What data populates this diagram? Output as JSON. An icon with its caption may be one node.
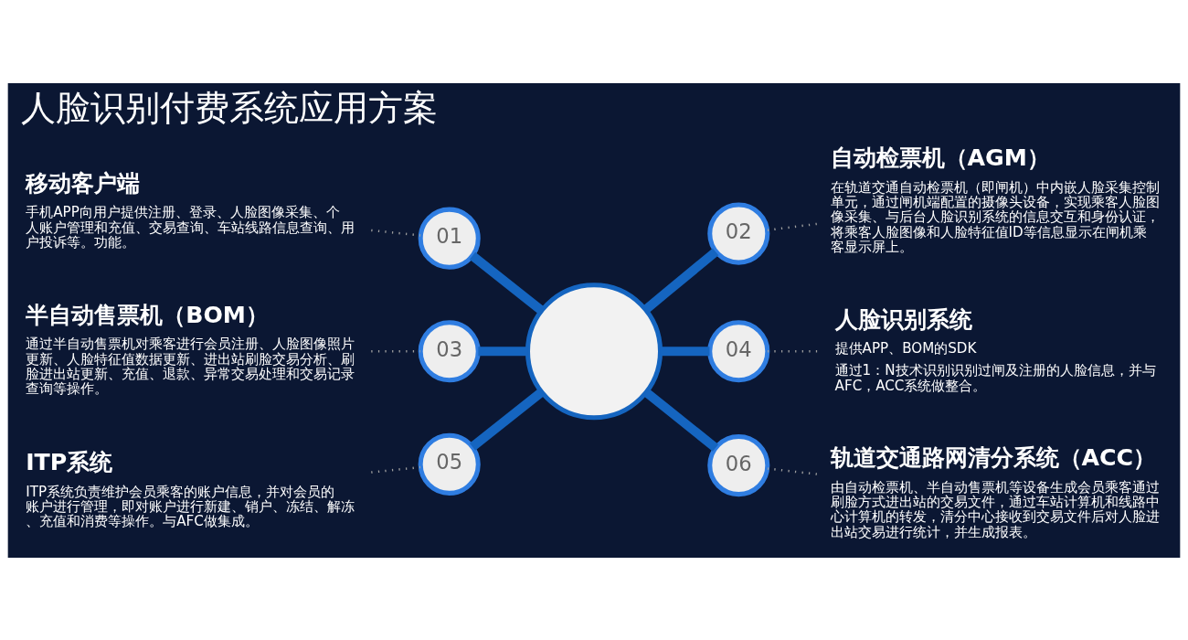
{
  "diagram": {
    "title": "人脸识别付费系统应用方案",
    "nodes": [
      {
        "text": [
          "移动客户端",
          "手机APP向用户提供注册、登录、人脸图像采集、个人账户管理和充值、交易查询、车站线路信息查询、用户投诉等。功能。"
        ]
      },
      {
        "text": [
          "01"
        ]
      },
      {
        "text": [
          "02"
        ]
      },
      {
        "text": [
          "自动检票机（AGM）",
          "在轨道交通自动检票机（即闸机）中内嵌人脸采集控制单元，通过闸机端配置的摄像头设备，实现乘客人脸图像采集、与后台人脸识别系统的信息交互和身份认证，将乘客人脸图像和人脸特征值ID等信息显示在闸机乘客显示屏上。"
        ]
      },
      {
        "text": [
          "半自动售票机（BOM）",
          "通过半自动售票机对乘客进行会员注册、人脸图像照片更新、人脸特征值数据更新、进出站刷脸交易分析、刷脸进出站更新、充值、退款、异常交易处理和交易记录查询等操作。"
        ]
      },
      {
        "text": [
          "03"
        ]
      },
      {
        "text": [
          "04"
        ]
      },
      {
        "text": [
          "人脸识别系统",
          "提供APP、BOM的SDK",
          "通过1：N技术识别识别过闸及注册的人脸信息，并与AFC，ACC系统做整合。"
        ]
      },
      {
        "text": [
          "ITP系统",
          "ITP系统负责维护会员乘客的账户信息，并对会员的账户进行管理，即对账户进行新建、销户、冻结、解冻、充值和消费等操作。与AFC做集成。"
        ]
      },
      {
        "text": [
          "05"
        ]
      },
      {
        "text": [
          "06"
        ]
      },
      {
        "text": [
          "轨道交通路网清分系统（ACC）",
          "由自动检票机、半自动售票机等设备生成会员乘客通过刷脸方式进出站的交易文件，通过车站计算机和线路中心计算机的转发，清分中心接收到交易文件后对人脸进出站交易进行统计，并生成报表。"
        ]
      },
      {
        "text": [],
        "shape": "circle"
      }
    ],
    "edges": [
      {
        "from": 0,
        "to": 1,
        "arrow": "none",
        "style": "dashed",
        "color": "#9e9e9e"
      },
      {
        "from": 1,
        "to": 12,
        "arrow": "none",
        "style": "thick",
        "color": "#1565c0"
      },
      {
        "from": 12,
        "to": 2,
        "arrow": "none",
        "style": "thick",
        "color": "#1565c0"
      },
      {
        "from": 2,
        "to": 3,
        "arrow": "none",
        "style": "dashed",
        "color": "#9e9e9e"
      },
      {
        "from": 4,
        "to": 5,
        "arrow": "none",
        "style": "dashed",
        "color": "#9e9e9e"
      },
      {
        "from": 5,
        "to": 12,
        "arrow": "none",
        "style": "thick",
        "color": "#1565c0"
      },
      {
        "from": 12,
        "to": 6,
        "arrow": "none",
        "style": "thick",
        "color": "#1565c0"
      },
      {
        "from": 6,
        "to": 7,
        "arrow": "none",
        "style": "dashed",
        "color": "#9e9e9e"
      },
      {
        "from": 8,
        "to": 9,
        "arrow": "none",
        "style": "dashed",
        "color": "#9e9e9e"
      },
      {
        "from": 9,
        "to": 12,
        "arrow": "none",
        "style": "thick",
        "color": "#1565c0"
      },
      {
        "from": 12,
        "to": 10,
        "arrow": "none",
        "style": "thick",
        "color": "#1565c0"
      },
      {
        "from": 10,
        "to": 11,
        "arrow": "none",
        "style": "dashed",
        "color": "#9e9e9e"
      }
    ]
  }
}
